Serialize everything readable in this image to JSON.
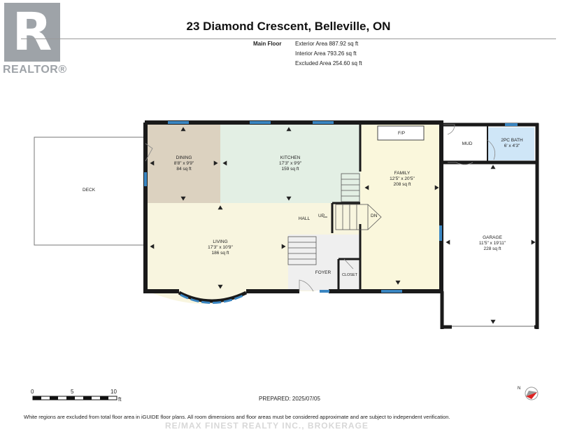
{
  "title": "23 Diamond Crescent, Belleville, ON",
  "logo": {
    "letter": "R",
    "text": "REALTOR®"
  },
  "areas": {
    "floor_label": "Main Floor",
    "exterior": "Exterior Area 887.92 sq ft",
    "interior": "Interior Area 793.26 sq ft",
    "excluded": "Excluded Area 254.60 sq ft"
  },
  "rooms": {
    "deck": {
      "name": "DECK"
    },
    "dining": {
      "name": "DINING",
      "dims": "8'8\" x 9'9\"",
      "area": "84 sq ft"
    },
    "kitchen": {
      "name": "KITCHEN",
      "dims": "17'3\" x 9'9\"",
      "area": "159 sq ft"
    },
    "family": {
      "name": "FAMILY",
      "dims": "12'5\" x 20'5\"",
      "area": "208 sq ft"
    },
    "living": {
      "name": "LIVING",
      "dims": "17'3\" x 10'9\"",
      "area": "186 sq ft"
    },
    "garage": {
      "name": "GARAGE",
      "dims": "11'5\" x 19'11\"",
      "area": "228 sq ft"
    },
    "bath": {
      "name": "2PC BATH",
      "dims": "6' x 4'3\""
    },
    "mud": {
      "name": "MUD"
    },
    "hall": {
      "name": "HALL"
    },
    "foyer": {
      "name": "FOYER"
    },
    "closet": {
      "name": "CLOSET"
    },
    "fireplace": {
      "name": "F/P"
    },
    "stairs_up": {
      "name": "UP"
    },
    "stairs_down": {
      "name": "DN"
    }
  },
  "scale": {
    "ticks": [
      "0",
      "5",
      "10"
    ],
    "unit": "ft"
  },
  "compass": {
    "label": "N"
  },
  "prepared": "PREPARED: 2025/07/05",
  "footer": "White regions are excluded from total floor area in iGUIDE floor plans. All room dimensions and floor areas must be considered approximate and are subject to independent verification.",
  "watermark": "RE/MAX FINEST REALTY INC., BROKERAGE",
  "colors": {
    "dining": "#dcd2c0",
    "kitchen": "#e3efe4",
    "living": "#f8f5df",
    "family": "#faf7dc",
    "bath": "#cfe6f7",
    "window": "#3a86c2",
    "wall": "#1a1a1a"
  }
}
